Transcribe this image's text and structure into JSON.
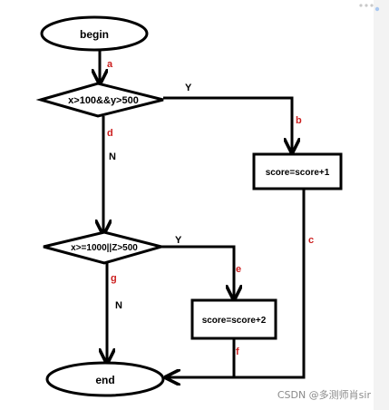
{
  "nodes": {
    "begin": "begin",
    "decision1": "x>100&&y>500",
    "process1": "score=score+1",
    "decision2": "x>=1000||Z>500",
    "process2": "score=score+2",
    "end": "end"
  },
  "branch_labels": {
    "yes": "Y",
    "no": "N"
  },
  "edge_labels": {
    "a": "a",
    "b": "b",
    "c": "c",
    "d": "d",
    "e": "e",
    "f": "f",
    "g": "g"
  },
  "watermark": "CSDN @多测师肖sir",
  "colors": {
    "stroke": "#000000",
    "edge_label": "#cc1f1f",
    "watermark": "#8a8a8a",
    "side_strip": "#f3f3f3"
  }
}
